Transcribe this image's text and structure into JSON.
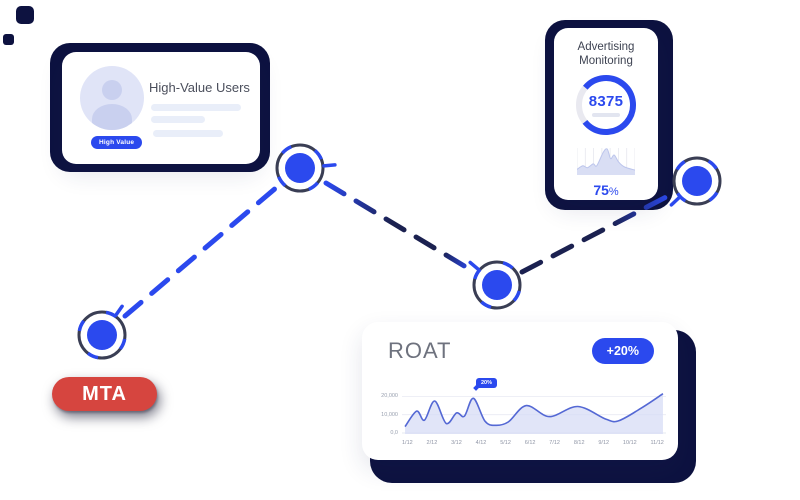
{
  "colors": {
    "accent": "#2B49EE",
    "navy": "#0D1240",
    "ring_gray": "#3A3E54",
    "red": "#D6453F",
    "line_blue": "#5468D4"
  },
  "high_value_card": {
    "title": "High-Value Users",
    "badge_label": "High Value"
  },
  "mta_badge": {
    "label": "MTA"
  },
  "advertising_card": {
    "title_line1": "Advertising",
    "title_line2": "Monitoring",
    "metric_value": "8375",
    "percent_value": "75",
    "percent_unit": "%"
  },
  "roat_card": {
    "title": "ROAT",
    "growth_badge": "+20%",
    "tooltip_label": "20%"
  },
  "chart_data": [
    {
      "type": "line",
      "name": "roat-trend",
      "title": "ROAT",
      "ylim": [
        0,
        23000
      ],
      "y_ticks": [
        {
          "label": "20,000",
          "value": 20000
        },
        {
          "label": "10,000",
          "value": 10000
        },
        {
          "label": "0,0",
          "value": 0
        }
      ],
      "categories": [
        "1/12",
        "2/12",
        "3/12",
        "4/12",
        "5/12",
        "6/12",
        "7/12",
        "8/12",
        "9/12",
        "10/12",
        "11/12"
      ],
      "points": [
        [
          0,
          3500
        ],
        [
          0.045,
          12000
        ],
        [
          0.075,
          7000
        ],
        [
          0.115,
          17500
        ],
        [
          0.16,
          5200
        ],
        [
          0.2,
          11000
        ],
        [
          0.23,
          9200
        ],
        [
          0.265,
          19000
        ],
        [
          0.31,
          6500
        ],
        [
          0.35,
          4200
        ],
        [
          0.4,
          6000
        ],
        [
          0.47,
          15000
        ],
        [
          0.56,
          9000
        ],
        [
          0.67,
          14500
        ],
        [
          0.78,
          7500
        ],
        [
          0.83,
          6800
        ],
        [
          0.92,
          14000
        ],
        [
          1,
          21500
        ]
      ],
      "tooltip": {
        "label": "20%",
        "x": 0.265
      },
      "annotation_badge": "+20%",
      "legend": false,
      "grid": "horizontal"
    },
    {
      "type": "donut",
      "name": "advertising-donut",
      "value": 8375,
      "display_percent": 75,
      "ring_percent": 78
    },
    {
      "type": "area",
      "name": "advertising-sparkline",
      "grid": "vertical",
      "points": [
        [
          0,
          0.15
        ],
        [
          0.1,
          0.3
        ],
        [
          0.18,
          0.22
        ],
        [
          0.28,
          0.38
        ],
        [
          0.34,
          0.3
        ],
        [
          0.45,
          0.85
        ],
        [
          0.52,
          1
        ],
        [
          0.58,
          0.6
        ],
        [
          0.64,
          0.75
        ],
        [
          0.72,
          0.45
        ],
        [
          0.82,
          0.25
        ],
        [
          1,
          0.12
        ]
      ]
    }
  ]
}
